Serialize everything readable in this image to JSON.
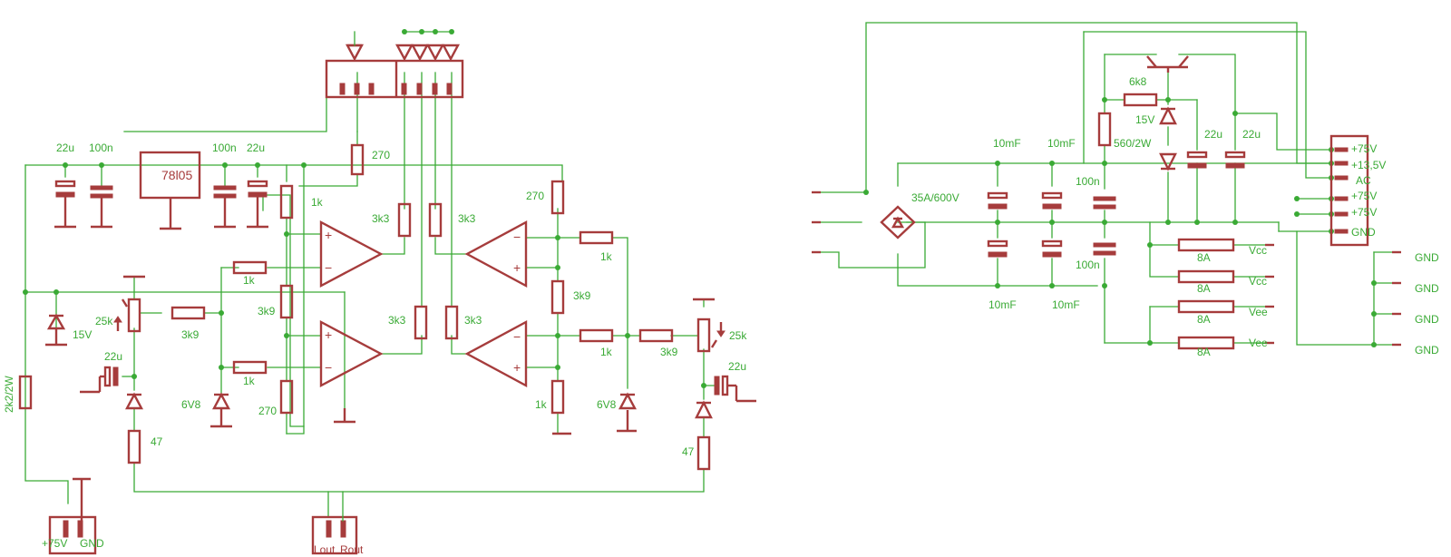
{
  "colors": {
    "wire": "#3aaa35",
    "component": "#a63c3c",
    "background": "#ffffff"
  },
  "amp": {
    "cap_22u_a": "22u",
    "cap_100n_a": "100n",
    "regulator": "78l05",
    "cap_100n_b": "100n",
    "cap_22u_b": "22u",
    "r_270_top": "270",
    "r_1k_top": "1k",
    "r_3k3_a": "3k3",
    "r_3k3_b": "3k3",
    "r_3k3_c": "3k3",
    "r_3k3_d": "3k3",
    "r_270_right": "270",
    "r_1k_right": "1k",
    "r_3k9_right": "3k9",
    "r_1k_out": "1k",
    "r_3k9_right2": "3k9",
    "pot_25k_right": "25k",
    "cap_22u_right": "22u",
    "r_47_right": "47",
    "r_1k_right_bot": "1k",
    "zener_6v8_right": "6V8",
    "pot_25k_left": "25k",
    "r_3k9_left": "3k9",
    "zener_15v": "15V",
    "cap_22u_left": "22u",
    "r_1k_mid1": "1k",
    "r_3k9_mid": "3k9",
    "r_1k_mid2": "1k",
    "zener_6v8_left": "6V8",
    "r_270_bot": "270",
    "r_47_left": "47",
    "r_2k2": "2k2/2W",
    "conn_power_v": "+75V",
    "conn_power_gnd": "GND",
    "conn_out_l": "Lout",
    "conn_out_r": "Rout"
  },
  "psu": {
    "bridge": "35A/600V",
    "cap_10mf_1": "10mF",
    "cap_10mf_2": "10mF",
    "cap_10mf_3": "10mF",
    "cap_10mf_4": "10mF",
    "r_560": "560/2W",
    "r_6k8": "6k8",
    "zener_15v": "15V",
    "cap_22u_1": "22u",
    "cap_22u_2": "22u",
    "cap_100n_1": "100n",
    "cap_100n_2": "100n",
    "fuse_1": "8A",
    "fuse_2": "8A",
    "fuse_3": "8A",
    "fuse_4": "8A",
    "out_vcc1": "Vcc",
    "out_vcc2": "Vcc",
    "out_vee1": "Vee",
    "out_vee2": "Vee",
    "hdr_p1": "+75V",
    "hdr_p2": "+13,5V",
    "hdr_p3": "AC",
    "hdr_p4": "+75V",
    "hdr_p5": "+75V",
    "hdr_p6": "GND",
    "gnd_1": "GND",
    "gnd_2": "GND",
    "gnd_3": "GND",
    "gnd_4": "GND"
  }
}
